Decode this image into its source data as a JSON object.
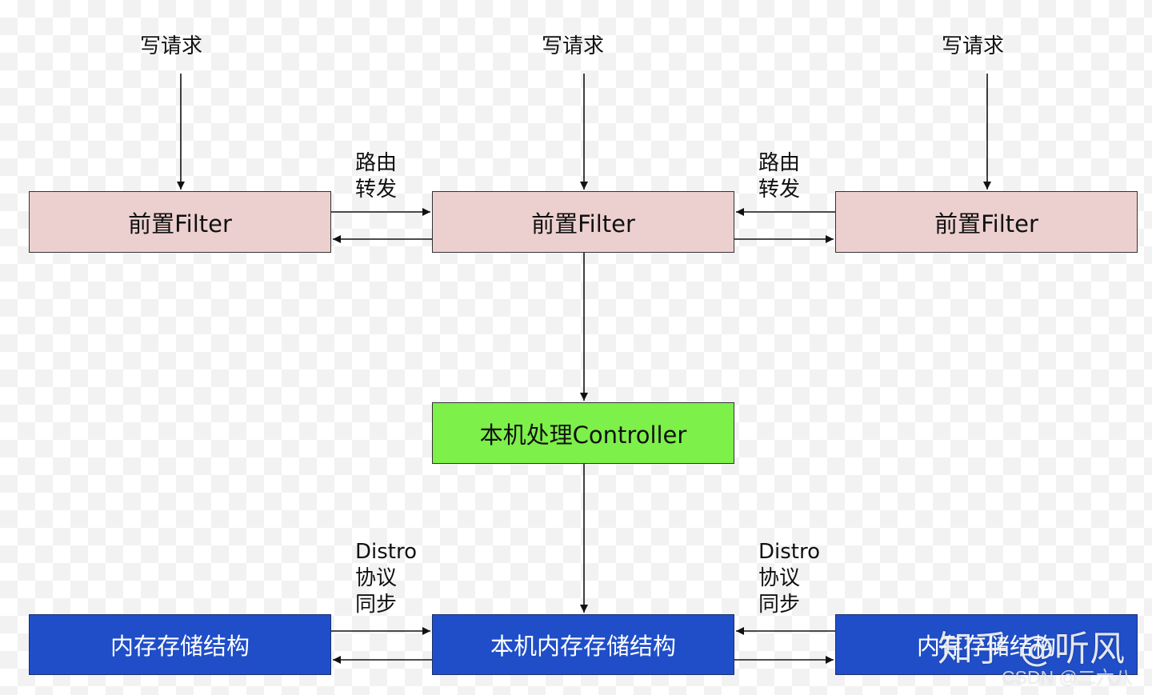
{
  "request_labels": [
    "写请求",
    "写请求",
    "写请求"
  ],
  "filters": [
    "前置Filter",
    "前置Filter",
    "前置Filter"
  ],
  "routing_label": {
    "line1": "路由",
    "line2": "转发"
  },
  "controller": "本机处理Controller",
  "memory": {
    "left": "内存存储结构",
    "center": "本机内存存储结构",
    "right": "内存存储结构"
  },
  "distro_label": {
    "line1": "Distro",
    "line2": "协议",
    "line3": "同步"
  },
  "watermark": {
    "zhihu": "知乎 @听风",
    "csdn": "CSDN @二六八"
  },
  "colors": {
    "filter_fill": "#ecd0cf",
    "controller_fill": "#7df04a",
    "memory_fill": "#1f4ec8"
  }
}
